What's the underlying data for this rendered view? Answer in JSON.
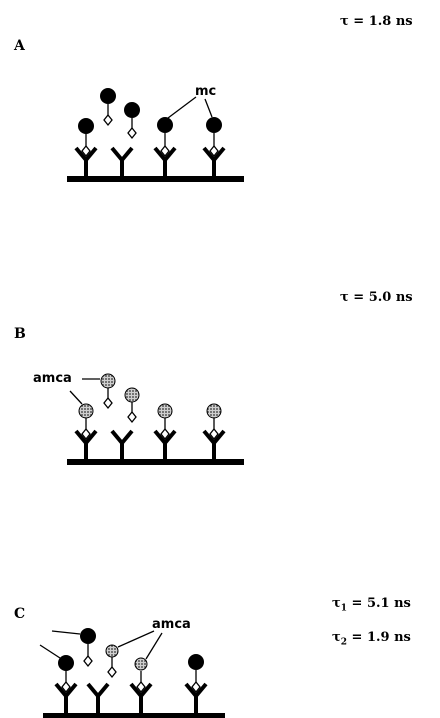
{
  "panels": {
    "a": {
      "label": "A",
      "tau": "τ = 1.8 ns",
      "callout": "mc"
    },
    "b": {
      "label": "B",
      "tau": "τ = 5.0 ns",
      "callout": "amca"
    },
    "c": {
      "label": "C",
      "tau1": "τ1 = 5.1 ns",
      "tau2": "τ2 = 1.9 ns",
      "callout": "amca"
    }
  },
  "legend_icons": {
    "antibody": "antibody-y-icon",
    "antigen": "diamond-antigen-icon",
    "mc_label": "solid-black-sphere",
    "amca_label": "dotted-grey-sphere"
  },
  "colors": {
    "ink": "#000000",
    "amca_fill": "#9a9a9a",
    "background": "#ffffff"
  }
}
